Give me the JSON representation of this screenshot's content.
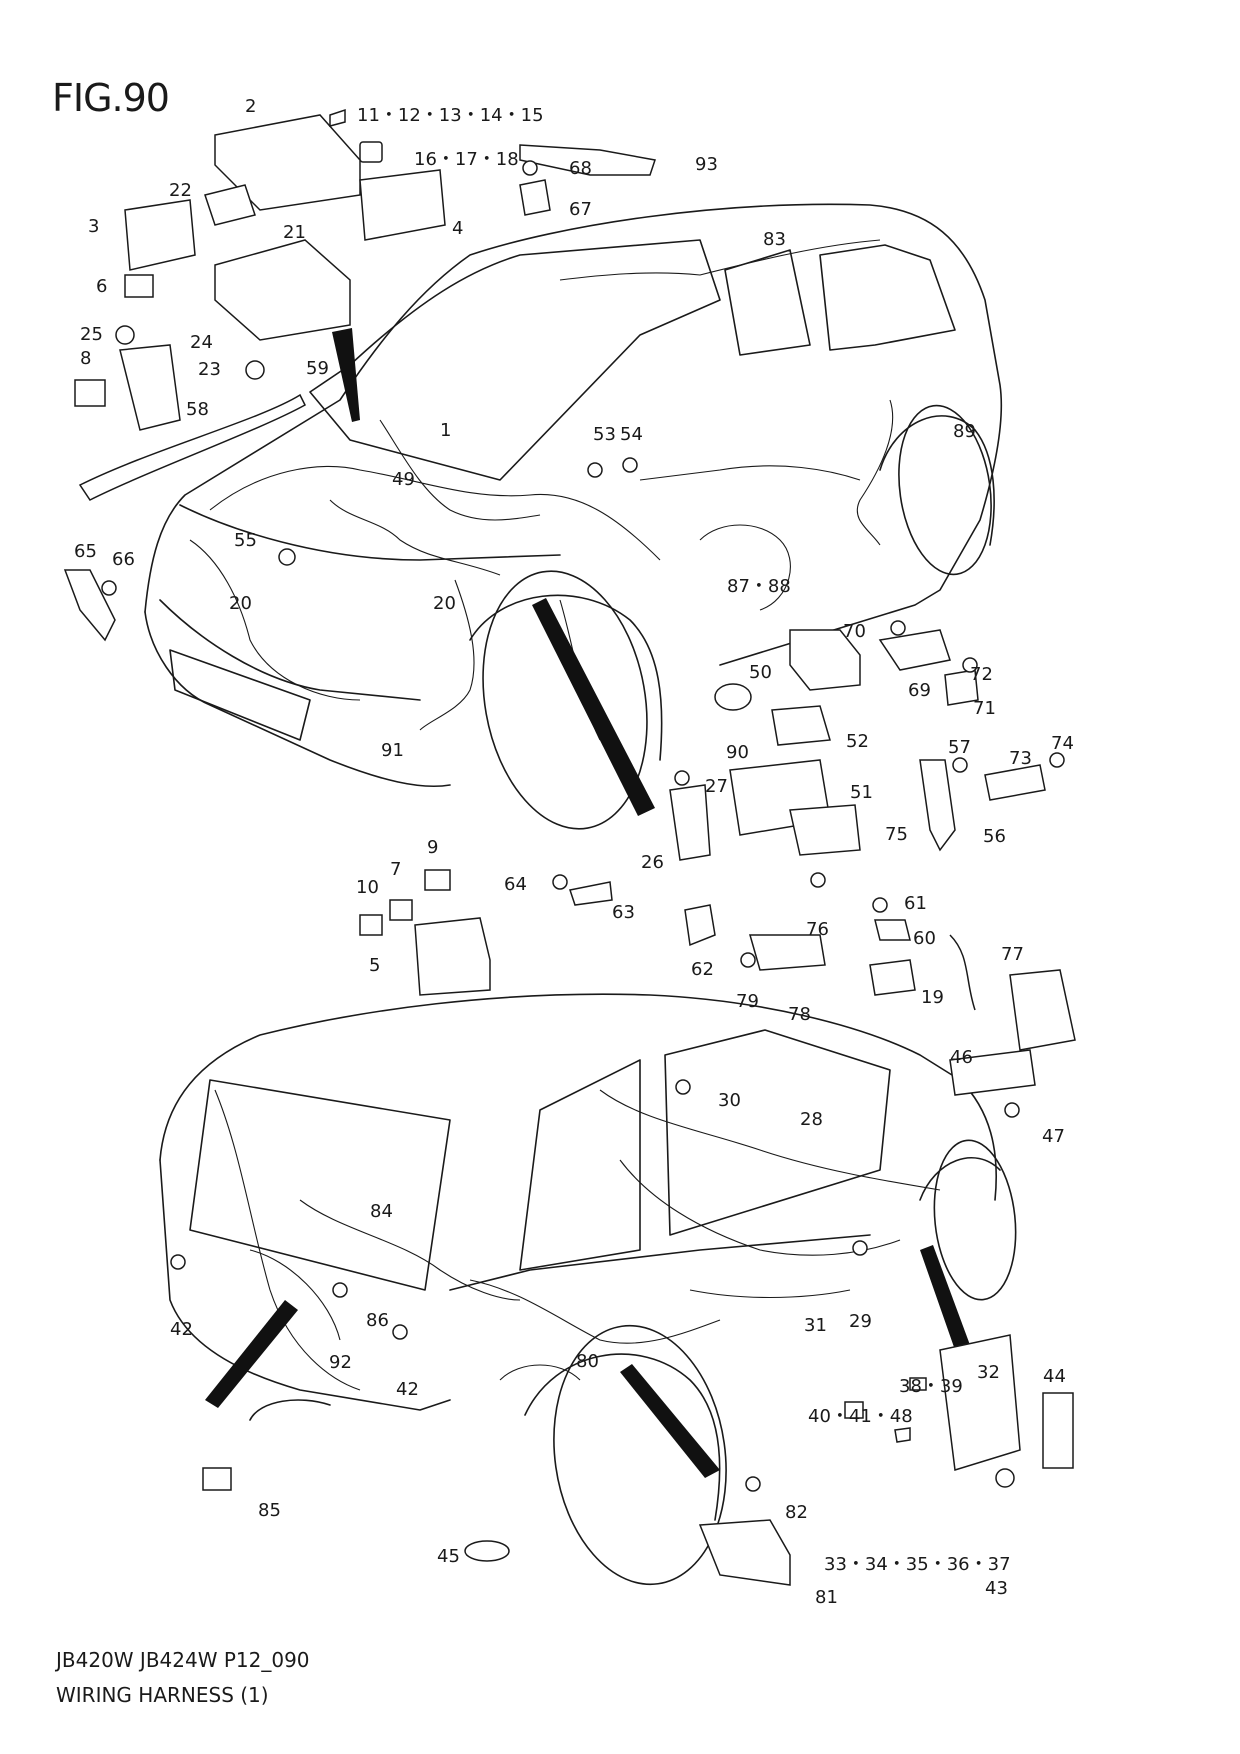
{
  "figure": {
    "title": "FIG.90",
    "footer_code": "JB420W JB424W P12_090",
    "footer_name": "WIRING HARNESS (1)"
  },
  "labels": [
    {
      "id": "l2",
      "text": "2"
    },
    {
      "id": "l11",
      "text": "11・12・13・14・15"
    },
    {
      "id": "l16",
      "text": "16・17・18"
    },
    {
      "id": "l68",
      "text": "68"
    },
    {
      "id": "l93",
      "text": "93"
    },
    {
      "id": "l22",
      "text": "22"
    },
    {
      "id": "l67",
      "text": "67"
    },
    {
      "id": "l3",
      "text": "3"
    },
    {
      "id": "l4",
      "text": "4"
    },
    {
      "id": "l21",
      "text": "21"
    },
    {
      "id": "l83",
      "text": "83"
    },
    {
      "id": "l6",
      "text": "6"
    },
    {
      "id": "l25",
      "text": "25"
    },
    {
      "id": "l24",
      "text": "24"
    },
    {
      "id": "l8",
      "text": "8"
    },
    {
      "id": "l23",
      "text": "23"
    },
    {
      "id": "l59",
      "text": "59"
    },
    {
      "id": "l58",
      "text": "58"
    },
    {
      "id": "l1",
      "text": "1"
    },
    {
      "id": "l53",
      "text": "53"
    },
    {
      "id": "l54",
      "text": "54"
    },
    {
      "id": "l89",
      "text": "89"
    },
    {
      "id": "l49",
      "text": "49"
    },
    {
      "id": "l65",
      "text": "65"
    },
    {
      "id": "l66",
      "text": "66"
    },
    {
      "id": "l55",
      "text": "55"
    },
    {
      "id": "l20a",
      "text": "20"
    },
    {
      "id": "l20b",
      "text": "20"
    },
    {
      "id": "l87",
      "text": "87・88"
    },
    {
      "id": "l70",
      "text": "70"
    },
    {
      "id": "l50",
      "text": "50"
    },
    {
      "id": "l72",
      "text": "72"
    },
    {
      "id": "l69",
      "text": "69"
    },
    {
      "id": "l71",
      "text": "71"
    },
    {
      "id": "l90",
      "text": "90"
    },
    {
      "id": "l52",
      "text": "52"
    },
    {
      "id": "l91",
      "text": "91"
    },
    {
      "id": "l57",
      "text": "57"
    },
    {
      "id": "l73",
      "text": "73"
    },
    {
      "id": "l74",
      "text": "74"
    },
    {
      "id": "l27",
      "text": "27"
    },
    {
      "id": "l51",
      "text": "51"
    },
    {
      "id": "l75",
      "text": "75"
    },
    {
      "id": "l56",
      "text": "56"
    },
    {
      "id": "l9",
      "text": "9"
    },
    {
      "id": "l26",
      "text": "26"
    },
    {
      "id": "l10",
      "text": "10"
    },
    {
      "id": "l7",
      "text": "7"
    },
    {
      "id": "l64",
      "text": "64"
    },
    {
      "id": "l63",
      "text": "63"
    },
    {
      "id": "l61",
      "text": "61"
    },
    {
      "id": "l76",
      "text": "76"
    },
    {
      "id": "l60",
      "text": "60"
    },
    {
      "id": "l5",
      "text": "5"
    },
    {
      "id": "l62",
      "text": "62"
    },
    {
      "id": "l77",
      "text": "77"
    },
    {
      "id": "l79",
      "text": "79"
    },
    {
      "id": "l78",
      "text": "78"
    },
    {
      "id": "l19",
      "text": "19"
    },
    {
      "id": "l46",
      "text": "46"
    },
    {
      "id": "l30",
      "text": "30"
    },
    {
      "id": "l47",
      "text": "47"
    },
    {
      "id": "l28",
      "text": "28"
    },
    {
      "id": "l84",
      "text": "84"
    },
    {
      "id": "l42a",
      "text": "42"
    },
    {
      "id": "l86",
      "text": "86"
    },
    {
      "id": "l29",
      "text": "29"
    },
    {
      "id": "l31",
      "text": "31"
    },
    {
      "id": "l92",
      "text": "92"
    },
    {
      "id": "l80",
      "text": "80"
    },
    {
      "id": "l42b",
      "text": "42"
    },
    {
      "id": "l32",
      "text": "32"
    },
    {
      "id": "l38",
      "text": "38・39"
    },
    {
      "id": "l44",
      "text": "44"
    },
    {
      "id": "l40",
      "text": "40・41・48"
    },
    {
      "id": "l85",
      "text": "85"
    },
    {
      "id": "l82",
      "text": "82"
    },
    {
      "id": "l33",
      "text": "33・34・35・36・37"
    },
    {
      "id": "l43",
      "text": "43"
    },
    {
      "id": "l45",
      "text": "45"
    },
    {
      "id": "l81",
      "text": "81"
    }
  ]
}
